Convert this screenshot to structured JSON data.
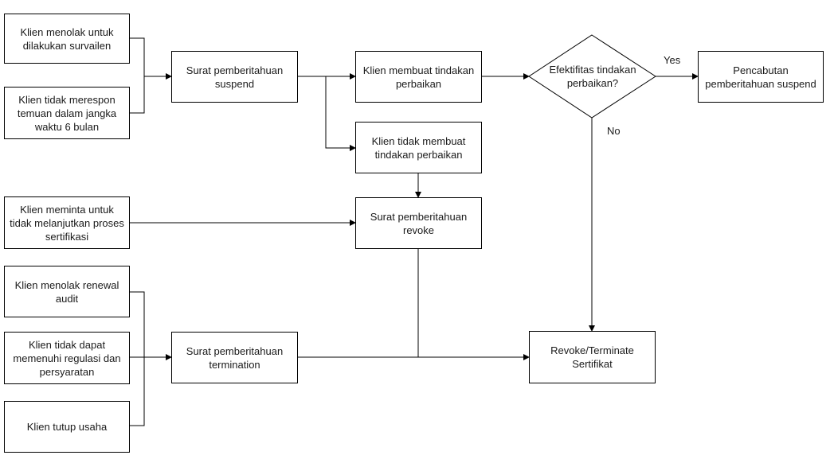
{
  "nodes": {
    "n_survailen": "Klien menolak untuk dilakukan survailen",
    "n_no_response": "Klien tidak merespon temuan dalam jangka waktu 6 bulan",
    "n_suspend": "Surat pemberitahuan suspend",
    "n_corrective": "Klien membuat tindakan perbaikan",
    "n_no_corrective": "Klien tidak membuat tindakan perbaikan",
    "n_decision": "Efektifitas tindakan perbaikan?",
    "n_revoke_suspend": "Pencabutan pemberitahuan suspend",
    "n_request_stop": "Klien meminta untuk tidak melanjutkan proses sertifikasi",
    "n_revoke_letter": "Surat pemberitahuan revoke",
    "n_refuse_renewal": "Klien menolak renewal audit",
    "n_not_meet": "Klien tidak dapat memenuhi regulasi dan persyaratan",
    "n_close_business": "Klien tutup usaha",
    "n_termination": "Surat pemberitahuan termination",
    "n_final": "Revoke/Terminate Sertifikat"
  },
  "labels": {
    "yes": "Yes",
    "no": "No"
  }
}
